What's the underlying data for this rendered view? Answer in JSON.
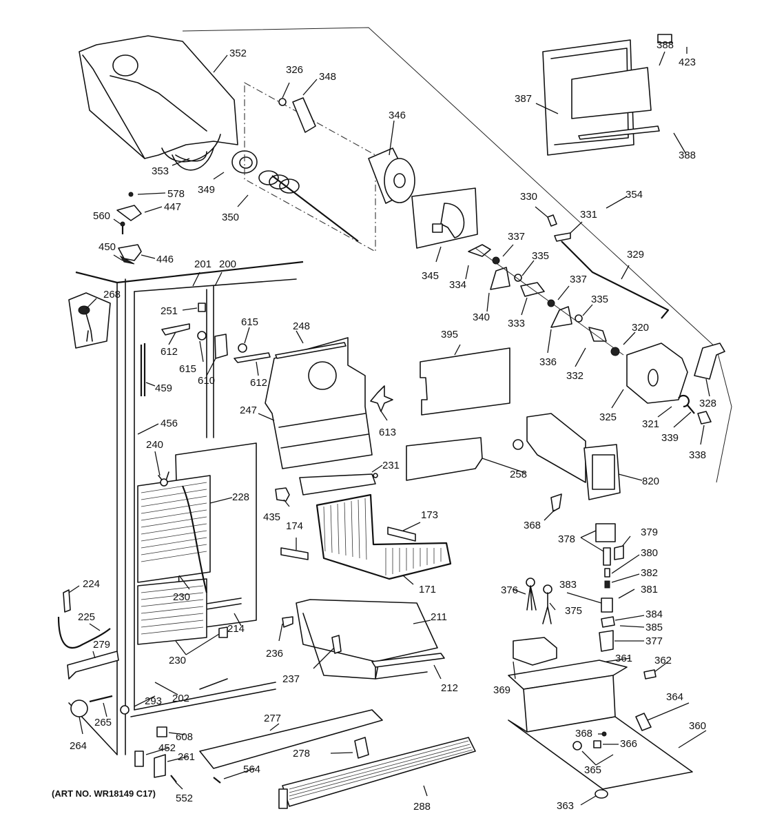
{
  "diagram": {
    "title": "Refrigerator freezer section exploded parts diagram",
    "art_number": "(ART NO. WR18149 C17)",
    "line_color": "#111111",
    "background": "#ffffff"
  },
  "callouts": [
    {
      "id": "352",
      "part": "ice-bucket"
    },
    {
      "id": "326",
      "part": "nut"
    },
    {
      "id": "348",
      "part": "bracket-plate"
    },
    {
      "id": "346",
      "part": "auger-motor"
    },
    {
      "id": "353",
      "part": "bail-wire"
    },
    {
      "id": "349",
      "part": "auger-bearing"
    },
    {
      "id": "350",
      "part": "auger-blade"
    },
    {
      "id": "578",
      "part": "screw"
    },
    {
      "id": "447",
      "part": "hinge-cover"
    },
    {
      "id": "560",
      "part": "screw"
    },
    {
      "id": "450",
      "part": "hinge-pin"
    },
    {
      "id": "446",
      "part": "top-hinge"
    },
    {
      "id": "201",
      "part": "freezer-liner"
    },
    {
      "id": "200",
      "part": "cabinet"
    },
    {
      "id": "268",
      "part": "light-socket"
    },
    {
      "id": "251",
      "part": "light-switch"
    },
    {
      "id": "612",
      "part": "shelf-bracket-left"
    },
    {
      "id": "615",
      "part": "grommet-left"
    },
    {
      "id": "610",
      "part": "control-housing"
    },
    {
      "id": "615b",
      "part": "grommet-right"
    },
    {
      "id": "612b",
      "part": "shelf-bracket-right"
    },
    {
      "id": "248",
      "part": "duct-seal"
    },
    {
      "id": "459",
      "part": "trim-strip"
    },
    {
      "id": "247",
      "part": "air-duct"
    },
    {
      "id": "613",
      "part": "fan-blade"
    },
    {
      "id": "456",
      "part": "mullion"
    },
    {
      "id": "240",
      "part": "defrost-thermostat"
    },
    {
      "id": "228",
      "part": "evaporator"
    },
    {
      "id": "231",
      "part": "screw"
    },
    {
      "id": "435",
      "part": "clip"
    },
    {
      "id": "174",
      "part": "shelf-support-left"
    },
    {
      "id": "173",
      "part": "shelf-support-right"
    },
    {
      "id": "171",
      "part": "wire-basket"
    },
    {
      "id": "230",
      "part": "evaporator-bracket"
    },
    {
      "id": "224",
      "part": "spring"
    },
    {
      "id": "225",
      "part": "drain-tube"
    },
    {
      "id": "214",
      "part": "evaporator-cover"
    },
    {
      "id": "211",
      "part": "ice-pan-frame"
    },
    {
      "id": "236",
      "part": "pan-slide"
    },
    {
      "id": "279",
      "part": "base-rail"
    },
    {
      "id": "230b",
      "part": "evaporator-bracket-lower"
    },
    {
      "id": "237",
      "part": "pan-clip"
    },
    {
      "id": "212",
      "part": "pan-front"
    },
    {
      "id": "293",
      "part": "leveling-nut"
    },
    {
      "id": "202",
      "part": "cabinet-base"
    },
    {
      "id": "265",
      "part": "axle"
    },
    {
      "id": "264",
      "part": "roller"
    },
    {
      "id": "608",
      "part": "bottom-hinge-bushing"
    },
    {
      "id": "452",
      "part": "shim"
    },
    {
      "id": "261",
      "part": "bottom-hinge"
    },
    {
      "id": "552",
      "part": "screw"
    },
    {
      "id": "277",
      "part": "front-rail"
    },
    {
      "id": "278",
      "part": "roller-assembly"
    },
    {
      "id": "564",
      "part": "screw"
    },
    {
      "id": "288",
      "part": "base-grille"
    },
    {
      "id": "388",
      "part": "dispenser-door-top"
    },
    {
      "id": "423",
      "part": "bushing"
    },
    {
      "id": "387",
      "part": "dispenser-housing"
    },
    {
      "id": "388b",
      "part": "dispenser-trim"
    },
    {
      "id": "354",
      "part": "ice-dispenser-assembly"
    },
    {
      "id": "330",
      "part": "spring"
    },
    {
      "id": "331",
      "part": "actuator"
    },
    {
      "id": "345",
      "part": "motor-mount-plate"
    },
    {
      "id": "337",
      "part": "spring-top"
    },
    {
      "id": "335",
      "part": "washer-top"
    },
    {
      "id": "329",
      "part": "rod"
    },
    {
      "id": "334",
      "part": "crusher-blade-1"
    },
    {
      "id": "340",
      "part": "crusher-blade-2"
    },
    {
      "id": "337b",
      "part": "spring-lower"
    },
    {
      "id": "333",
      "part": "crusher-blade-3"
    },
    {
      "id": "335b",
      "part": "washer-lower"
    },
    {
      "id": "336",
      "part": "crusher-blade-4"
    },
    {
      "id": "332",
      "part": "crusher-blade-5"
    },
    {
      "id": "320",
      "part": "bearing"
    },
    {
      "id": "395",
      "part": "divider-panel"
    },
    {
      "id": "325",
      "part": "crusher-housing"
    },
    {
      "id": "328",
      "part": "chute"
    },
    {
      "id": "321",
      "part": "retaining-ring"
    },
    {
      "id": "339",
      "part": "pin"
    },
    {
      "id": "338",
      "part": "bracket"
    },
    {
      "id": "258",
      "part": "cover"
    },
    {
      "id": "820",
      "part": "icemaker"
    },
    {
      "id": "368",
      "part": "bracket-mount"
    },
    {
      "id": "378",
      "part": "solenoid"
    },
    {
      "id": "379",
      "part": "clip"
    },
    {
      "id": "380",
      "part": "plunger"
    },
    {
      "id": "382",
      "part": "spring"
    },
    {
      "id": "381",
      "part": "pin"
    },
    {
      "id": "376",
      "part": "wire-harness-a"
    },
    {
      "id": "383",
      "part": "boot"
    },
    {
      "id": "375",
      "part": "wire-harness-b"
    },
    {
      "id": "384",
      "part": "actuator-cap"
    },
    {
      "id": "385",
      "part": "pin"
    },
    {
      "id": "377",
      "part": "yoke"
    },
    {
      "id": "361",
      "part": "compressor-base"
    },
    {
      "id": "362",
      "part": "clip"
    },
    {
      "id": "369",
      "part": "relay-box"
    },
    {
      "id": "364",
      "part": "grommet"
    },
    {
      "id": "360",
      "part": "machine-compartment-plate"
    },
    {
      "id": "368b",
      "part": "screw"
    },
    {
      "id": "366",
      "part": "clamp"
    },
    {
      "id": "365",
      "part": "grommet"
    },
    {
      "id": "363",
      "part": "foot"
    }
  ]
}
